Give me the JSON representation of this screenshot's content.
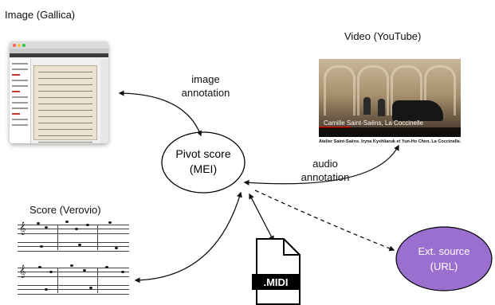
{
  "labels": {
    "image_gallica": "Image (Gallica)",
    "video_youtube": "Video (YouTube)",
    "score_verovio": "Score (Verovio)",
    "image_annotation_l1": "image",
    "image_annotation_l2": "annotation",
    "audio_annotation_l1": "audio",
    "audio_annotation_l2": "annotation"
  },
  "nodes": {
    "pivot": {
      "line1": "Pivot score",
      "line2": "(MEI)"
    },
    "ext": {
      "line1": "Ext. source",
      "line2": "(URL)"
    },
    "midi": {
      "label": ".MIDI"
    }
  },
  "youtube": {
    "overlay_title": "Camille Saint-Saëns, La Coccinelle",
    "caption": "Atelier Saint-Saëns. Iryna Kyshliaruk et Yun-Ho Chen. La Coccinelle."
  },
  "colors": {
    "ext_fill": "#9b6fd0",
    "ext_text": "#ffffff",
    "edge": "#111111",
    "node_stroke": "#000000"
  },
  "icons": {
    "midi_file": "file-icon",
    "arrowhead": "arrow-icon"
  }
}
